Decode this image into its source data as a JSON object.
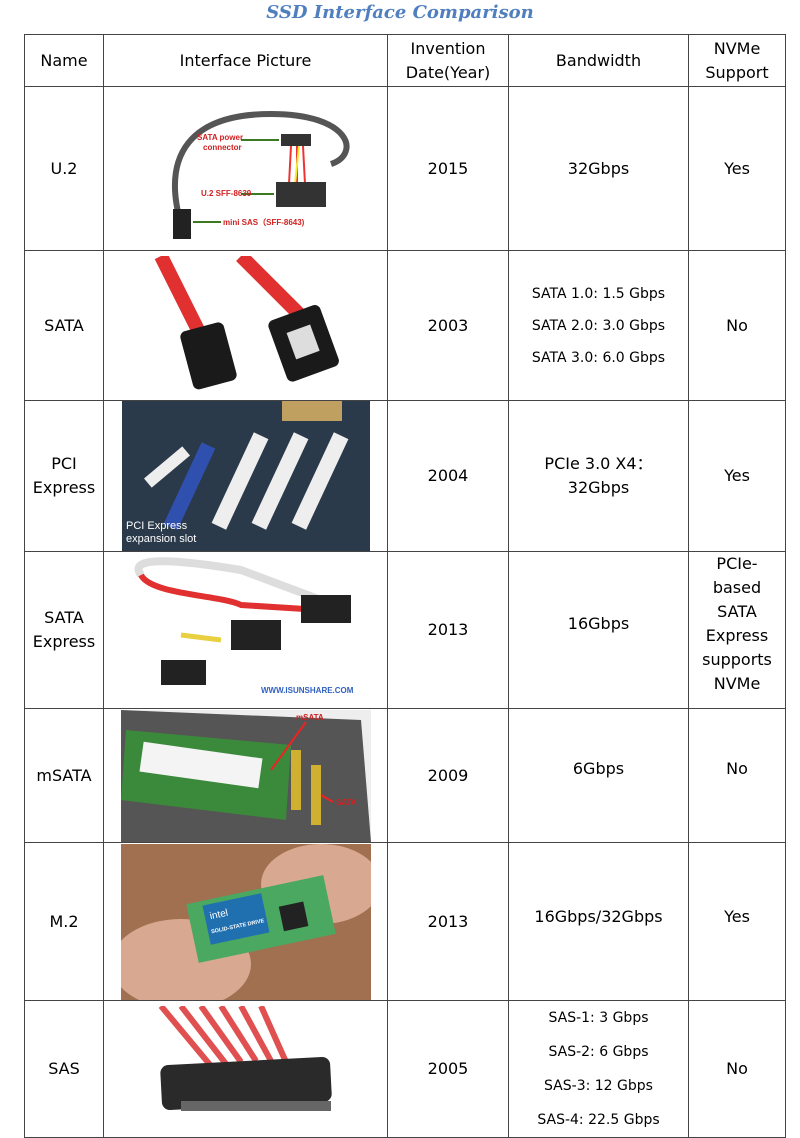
{
  "title": "SSD Interface Comparison",
  "headers": {
    "name": "Name",
    "picture": "Interface Picture",
    "date": "Invention Date(Year)",
    "bandwidth": "Bandwidth",
    "nvme": "NVMe Support"
  },
  "rows": [
    {
      "name": "U.2",
      "year": "2015",
      "bandwidth": [
        "32Gbps"
      ],
      "nvme": "Yes",
      "labels": [
        "SATA power",
        "connector",
        "U.2  SFF-8639",
        "mini SAS（SFF-8643)"
      ]
    },
    {
      "name": "SATA",
      "year": "2003",
      "bandwidth": [
        "SATA 1.0: 1.5 Gbps",
        "SATA 2.0: 3.0 Gbps",
        "SATA 3.0: 6.0 Gbps"
      ],
      "nvme": "No"
    },
    {
      "name": "PCI Express",
      "year": "2004",
      "bandwidth": [
        "PCIe 3.0 X4：",
        "32Gbps"
      ],
      "nvme": "Yes",
      "labels": [
        "PCI Express",
        "expansion slot"
      ]
    },
    {
      "name": "SATA Express",
      "year": "2013",
      "bandwidth": [
        "16Gbps"
      ],
      "nvme": "PCIe-based SATA Express supports NVMe",
      "labels": [
        "WWW.ISUNSHARE.COM"
      ]
    },
    {
      "name": "mSATA",
      "year": "2009",
      "bandwidth": [
        "6Gbps"
      ],
      "nvme": "No",
      "labels": [
        "mSATA",
        "SATA"
      ]
    },
    {
      "name": "M.2",
      "year": "2013",
      "bandwidth": [
        "16Gbps/32Gbps"
      ],
      "nvme": "Yes",
      "labels": [
        "intel",
        "SOLID-STATE DRIVE"
      ]
    },
    {
      "name": "SAS",
      "year": "2005",
      "bandwidth": [
        "SAS-1: 3 Gbps",
        "SAS-2: 6 Gbps",
        "SAS-3: 12 Gbps",
        "SAS-4: 22.5 Gbps"
      ],
      "nvme": "No"
    }
  ]
}
